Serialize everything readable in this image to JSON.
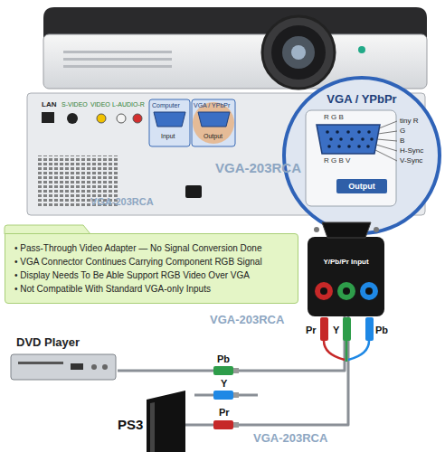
{
  "diagram": {
    "nodes": [
      {
        "text": [
          "LAN",
          "S-VIDEO",
          "VIDEO",
          "L-AUDIO-R",
          "Computer",
          "VGA / YPbPr",
          "Input",
          "Output"
        ]
      },
      {
        "text": [
          "VGA / YPbPr",
          "R G B",
          "tiny R",
          "G",
          "B",
          "H-Sync",
          "V-Sync",
          "R G B V",
          "Output"
        ]
      },
      {
        "text": [
          "Y/Pb/Pr Input"
        ]
      },
      {
        "text": [
          "• Pass-Through Video Adapter — No Signal Conversion Done",
          "• VGA Connector Continues Carrying Component RGB Signal",
          "• Display Needs To Be Able Support RGB Video Over VGA",
          "• Not Compatible With Standard VGA-only Inputs"
        ]
      },
      {
        "text": [
          "DVD Player"
        ]
      },
      {
        "text": [
          "PS3"
        ]
      }
    ],
    "edges": [
      {
        "from": 4,
        "to": 2,
        "arrow": "none"
      },
      {
        "from": 5,
        "to": 2,
        "arrow": "none"
      }
    ],
    "labels": [
      "VGA-203RCA",
      "VGA-203RCA",
      "VGA-203RCA",
      "VGA-203RCA",
      "Pr",
      "Y",
      "Pb",
      "Pb",
      "Y",
      "Pr"
    ]
  }
}
